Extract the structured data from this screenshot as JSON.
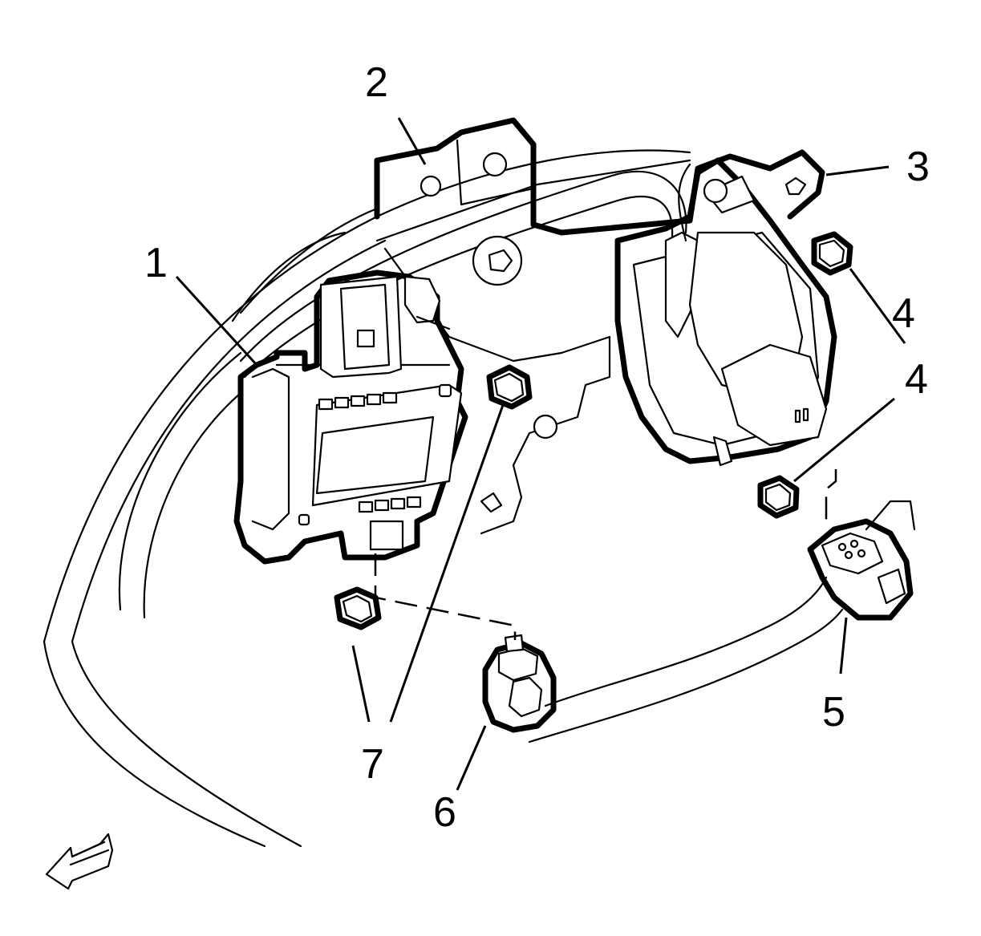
{
  "diagram": {
    "callouts": {
      "c1": "1",
      "c2": "2",
      "c3": "3",
      "c4a": "4",
      "c4b": "4",
      "c5": "5",
      "c6": "6",
      "c7": "7"
    },
    "icons": {
      "direction_arrow": "arrow-icon"
    }
  }
}
